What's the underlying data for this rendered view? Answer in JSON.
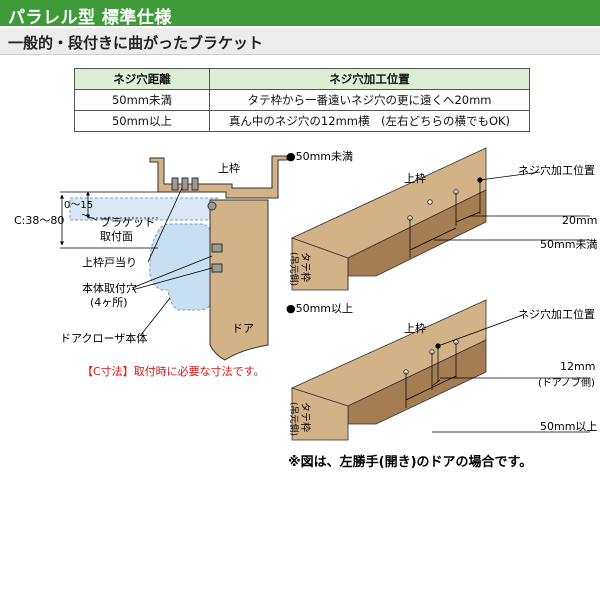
{
  "header": {
    "title": "パラレル型 標準仕様"
  },
  "subtitle": "一般的・段付きに曲がったブラケット",
  "table": {
    "headers": [
      "ネジ穴距離",
      "ネジ穴加工位置"
    ],
    "rows": [
      [
        "50mm未満",
        "タテ枠から一番遠いネジ穴の更に遠くへ20mm"
      ],
      [
        "50mm以上",
        "真ん中のネジ穴の12mm横　(左右どちらの横でもOK)"
      ]
    ]
  },
  "side_diagram": {
    "kamiwaku": "上枠",
    "c_dim": "C:38〜80",
    "range": "0〜15",
    "bracket_l1": "ブラケット",
    "bracket_l2": "取付面",
    "kamiwaku_toatari": "上枠戸当り",
    "body_hole_l1": "本体取付穴",
    "body_hole_l2": "(4ヶ所)",
    "closer_body": "ドアクローザ本体",
    "door": "ドア",
    "note_highlight": "【C寸法】",
    "note_text": "取付時に必要な寸法です。"
  },
  "diagram_under50": {
    "heading": "●50mm未満",
    "kamiwaku": "上枠",
    "tatewaku": "タテ枠",
    "tatewaku_sub": "(吊元側)",
    "hole_pos": "ネジ穴加工位置",
    "dim1": "20mm",
    "dim2": "50mm未満"
  },
  "diagram_over50": {
    "heading": "●50mm以上",
    "kamiwaku": "上枠",
    "tatewaku": "タテ枠",
    "tatewaku_sub": "(吊元側)",
    "hole_pos": "ネジ穴加工位置",
    "dim1": "12mm",
    "dim1_sub": "(ドアノブ側)",
    "dim2": "50mm以上"
  },
  "footer_note": "※図は、左勝手(開き)のドアの場合です。",
  "colors": {
    "header_bg": "#3f9a3a",
    "table_head_bg": "#dcefd3",
    "wood_light": "#d3b287",
    "wood_top": "#c39c6e",
    "wood_dark": "#a67c52",
    "closer_blue": "#c8def1",
    "note_red": "#d81818"
  }
}
